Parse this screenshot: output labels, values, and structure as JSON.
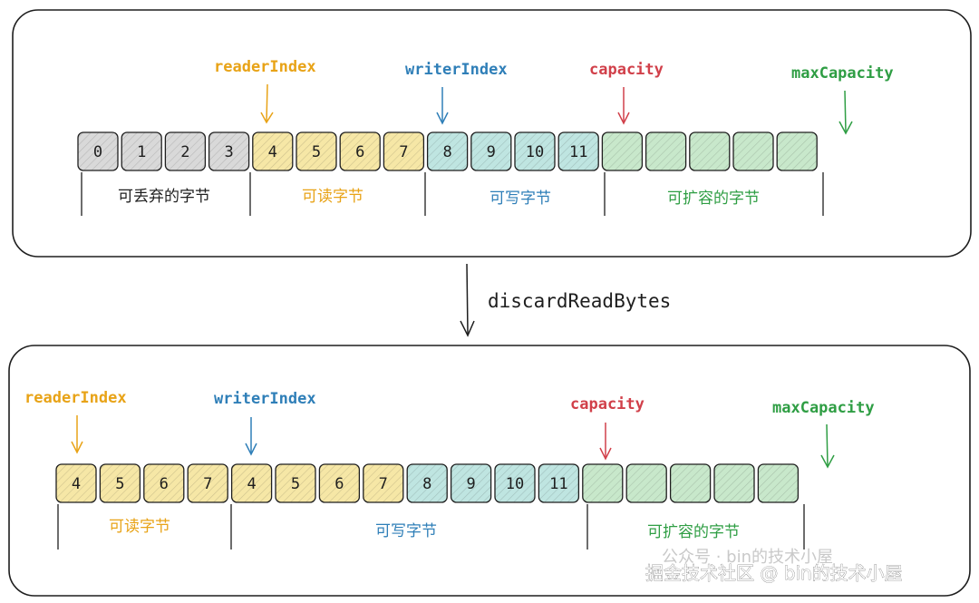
{
  "colors": {
    "discardable": "#d9d9d9",
    "readable": "#f6e7a6",
    "writable": "#bfe5e1",
    "expandable": "#c8e8cb",
    "reader": "#e8a317",
    "writer": "#2f7fb8",
    "capacity": "#d1404a",
    "max": "#2f9e44",
    "black": "#1e1e1e"
  },
  "operation": "discardReadBytes",
  "top": {
    "pointers": {
      "reader": "readerIndex",
      "writer": "writerIndex",
      "capacity": "capacity",
      "max": "maxCapacity"
    },
    "cells": [
      "0",
      "1",
      "2",
      "3",
      "4",
      "5",
      "6",
      "7",
      "8",
      "9",
      "10",
      "11",
      "",
      "",
      "",
      "",
      ""
    ],
    "regions": {
      "discardable": "可丢弃的字节",
      "readable": "可读字节",
      "writable": "可写字节",
      "expandable": "可扩容的字节"
    }
  },
  "bottom": {
    "pointers": {
      "reader": "readerIndex",
      "writer": "writerIndex",
      "capacity": "capacity",
      "max": "maxCapacity"
    },
    "cells": [
      "4",
      "5",
      "6",
      "7",
      "4",
      "5",
      "6",
      "7",
      "8",
      "9",
      "10",
      "11",
      "",
      "",
      "",
      "",
      ""
    ],
    "regions": {
      "readable": "可读字节",
      "writable": "可写字节",
      "expandable": "可扩容的字节"
    }
  },
  "watermark": {
    "line1": "公众号 · bin的技术小屋",
    "line2": "掘金技术社区 @ bin的技术小屋"
  }
}
